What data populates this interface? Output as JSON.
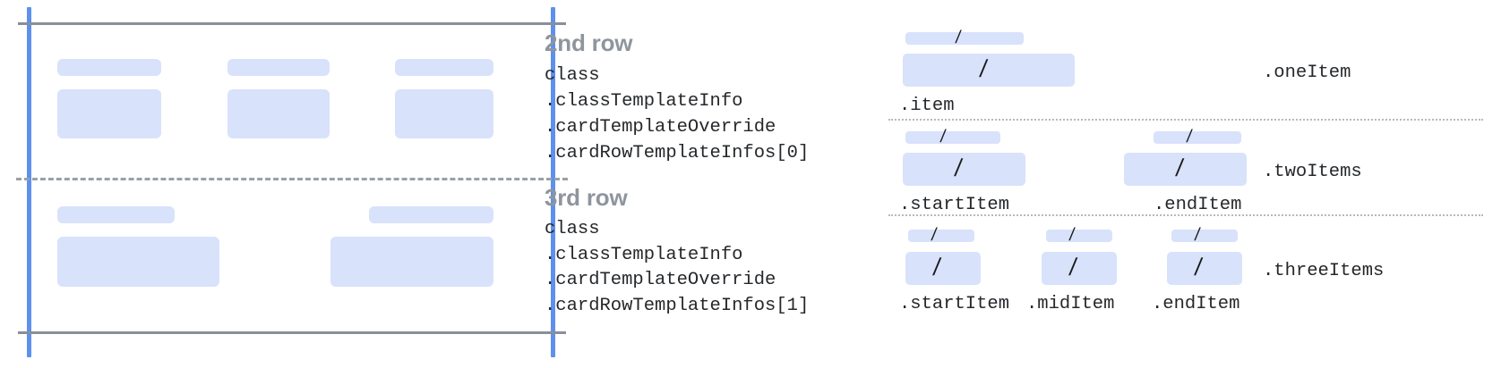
{
  "colors": {
    "placeholder_fill": "#d8e2fb",
    "guide_blue": "#5e90ed",
    "rule_gray": "#8a8f98",
    "heading_gray": "#8e959d",
    "code_text": "#25282b",
    "dotted_gray": "#b5b9be",
    "background": "#ffffff"
  },
  "left_diagram": {
    "rows": [
      {
        "name": "row-2-region",
        "columns": 3
      },
      {
        "name": "row-3-region",
        "columns": 2
      }
    ]
  },
  "descriptions": [
    {
      "heading": "2nd row",
      "lines": [
        "class",
        ".classTemplateInfo",
        ".cardTemplateOverride",
        ".cardRowTemplateInfos[0]"
      ]
    },
    {
      "heading": "3rd row",
      "lines": [
        "class",
        ".classTemplateInfo",
        ".cardTemplateOverride",
        ".cardRowTemplateInfos[1]"
      ]
    }
  ],
  "right_diagram": {
    "variants": [
      {
        "group_label": ".oneItem",
        "items": [
          {
            "label": ".item",
            "glyph": "/"
          }
        ]
      },
      {
        "group_label": ".twoItems",
        "items": [
          {
            "label": ".startItem",
            "glyph": "/"
          },
          {
            "label": ".endItem",
            "glyph": "/"
          }
        ]
      },
      {
        "group_label": ".threeItems",
        "items": [
          {
            "label": ".startItem",
            "glyph": "/"
          },
          {
            "label": ".midItem",
            "glyph": "/"
          },
          {
            "label": ".endItem",
            "glyph": "/"
          }
        ]
      }
    ]
  }
}
